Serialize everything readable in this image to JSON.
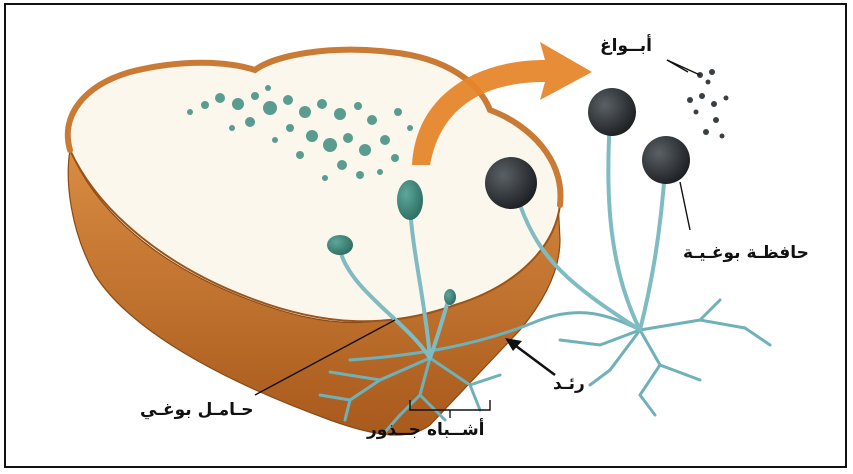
{
  "labels": {
    "spores": "أبــواغ",
    "sporangium": "حافظـة بوغـيـة",
    "stolon": "رئـد",
    "sporangiophore": "حـامـل بوغـي",
    "rhizoids": "أشــباه جــذور"
  },
  "colors": {
    "crust": "#c97a35",
    "crust_dark": "#9a5418",
    "bread": "#fbf7ec",
    "mold_green": "#3f8d7f",
    "hyphae": "#6fb1b8",
    "sporangium_dark": "#2a2f33",
    "arrow": "#e6862c"
  }
}
